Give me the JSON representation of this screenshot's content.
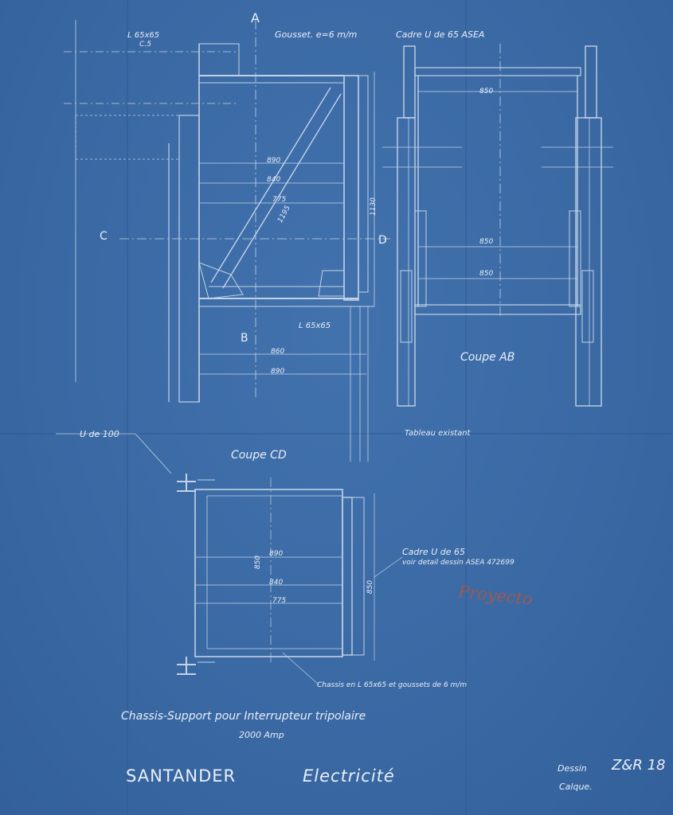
{
  "drawing": {
    "header_labels": {
      "cornieres_top": "L 65x65",
      "cornieres_top_sub": "C.5",
      "section_a": "A",
      "gousset": "Gousset. e=6 m/m",
      "cadre_top": "Cadre U de 65 ASEA"
    },
    "coupe_cd": {
      "title": "Coupe CD",
      "label_c": "C",
      "label_d": "D",
      "label_b": "B",
      "dims": [
        "890",
        "840",
        "775",
        "1195",
        "1130"
      ],
      "angle_label": "L 65x65",
      "bottom_dims": [
        "860",
        "890"
      ],
      "u100": "U de 100",
      "tableau": "Tableau existant"
    },
    "coupe_ab": {
      "title": "Coupe AB",
      "dims": [
        "850",
        "850",
        "850"
      ]
    },
    "plan": {
      "dims": [
        "890",
        "840",
        "775"
      ],
      "dim_v": "850",
      "dim_v2": "850",
      "cadre": "Cadre U de 65",
      "cadre_detail": "voir detail dessin ASEA 472699",
      "chassis_note": "Chassis en L 65x65 et goussets de 6 m/m",
      "signature": "Proyecto"
    },
    "title_line1": "Chassis-Support  pour  Interrupteur tripolaire",
    "title_line2": "2000 Amp",
    "client": "SANTANDER",
    "company": "Electricité",
    "dessin_label": "Dessin",
    "dessin_number": "Z&R 18",
    "calque": "Calque."
  },
  "colors": {
    "paper": "#3b6aa5",
    "ink": "#e9eff8",
    "red_ink": "#9c5a52"
  }
}
